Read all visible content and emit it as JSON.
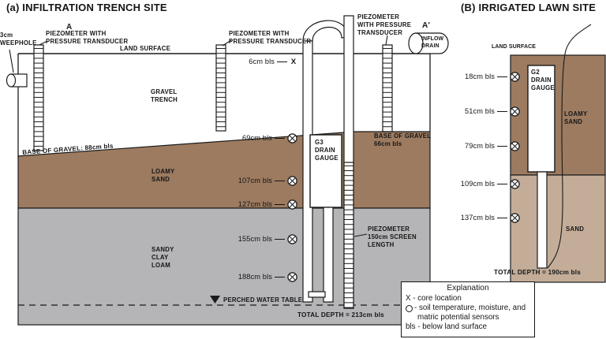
{
  "colors": {
    "loamy_sand_brown": "#9c7b60",
    "sand_light_brown": "#c3ad98",
    "sandy_clay_loam_gray": "#b5b4b6",
    "line_black": "#1a1a1a",
    "background": "#ffffff"
  },
  "trench": {
    "title": "(a) INFILTRATION TRENCH SITE",
    "marker_a": "A",
    "marker_a_prime": "A'",
    "weephole_label": "3cm\nWEEPHOLE",
    "piezometer_label_left": "PIEZOMETER WITH\nPRESSURE TRANSDUCER",
    "piezometer_label_mid": "PIEZOMETER WITH\nPRESSURE TRANSDUCER",
    "piezometer_label_right": "PIEZOMETER\nWITH PRESSURE\nTRANSDUCER",
    "land_surface": "LAND SURFACE",
    "gravel_trench": "GRAVEL\nTRENCH",
    "inflow_drain": "INFLOW\nDRAIN",
    "base_of_gravel_left": "BASE OF GRAVEL: 88cm bls",
    "base_of_gravel_right": "BASE OF GRAVEL\n66cm bls",
    "drain_gauge": "G3\nDRAIN\nGAUGE",
    "loamy_sand": "LOAMY\nSAND",
    "sandy_clay_loam": "SANDY\nCLAY\nLOAM",
    "screen_label": "PIEZOMETER\n150cm SCREEN\nLENGTH",
    "core_mark": "X",
    "depth_6": "6cm bls",
    "depth_69": "69cm bls",
    "depth_107": "107cm bls",
    "depth_127": "127cm bls",
    "depth_155": "155cm bls",
    "depth_188": "188cm bls",
    "water_table": "PERCHED WATER TABLE",
    "total_depth": "TOTAL DEPTH = 213cm bls"
  },
  "lawn": {
    "title": "(B) IRRIGATED LAWN SITE",
    "land_surface": "LAND SURFACE",
    "drain_gauge": "G2\nDRAIN\nGAUGE",
    "loamy_sand": "LOAMY\nSAND",
    "sand": "SAND",
    "depth_18": "18cm bls",
    "depth_51": "51cm bls",
    "depth_79": "79cm bls",
    "depth_109": "109cm bls",
    "depth_137": "137cm bls",
    "total_depth": "TOTAL DEPTH = 190cm bls"
  },
  "legend": {
    "title": "Explanation",
    "core_line": "X - core location",
    "sensor_line_1": "- soil temperature, moisture, and",
    "sensor_line_2": "matric potential sensors",
    "bls_line": "bls - below land surface"
  }
}
